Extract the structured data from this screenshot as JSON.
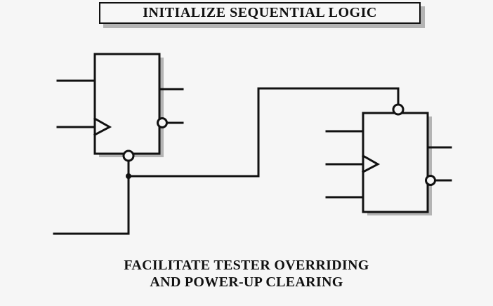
{
  "title": "INITIALIZE SEQUENTIAL LOGIC",
  "caption": {
    "line1": "FACILITATE TESTER OVERRIDING",
    "line2": "AND POWER-UP CLEARING"
  },
  "colors": {
    "line": "#111111",
    "shadow": "#b4b4b4",
    "background": "#f6f6f6"
  }
}
